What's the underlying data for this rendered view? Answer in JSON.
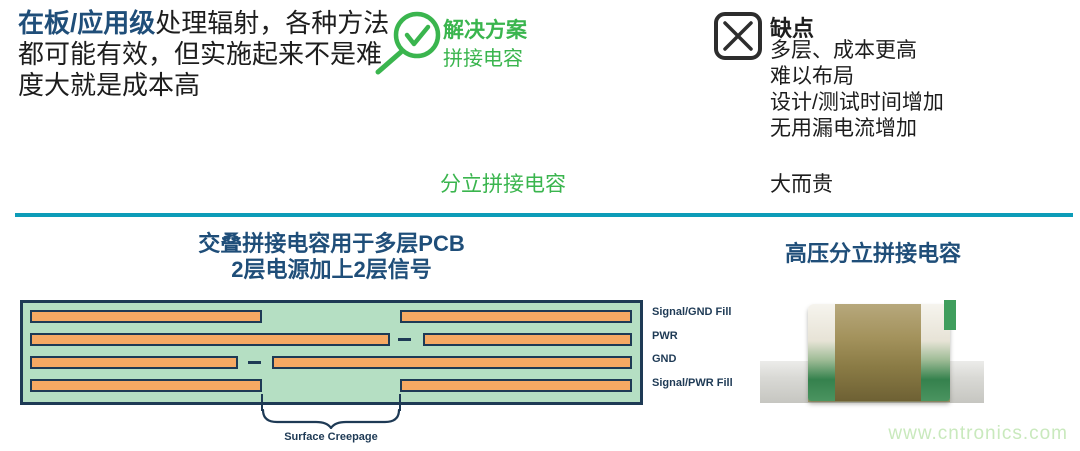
{
  "problem": {
    "highlight": "在板/应用级",
    "text": "处理辐射，各种方法都可能有效，但实施起来不是难度大就是成本高"
  },
  "solution": {
    "icon": "magnifier-check-icon",
    "title": "解决方案",
    "subtitle": "拼接电容",
    "option_label": "分立拼接电容"
  },
  "drawback": {
    "icon": "x-box-icon",
    "title": "缺点",
    "items": [
      "多层、成本更高",
      "难以布局",
      "设计/测试时间增加",
      "无用漏电流增加"
    ],
    "option_label": "大而贵"
  },
  "overlap_section": {
    "title_line1": "交叠拼接电容用于多层PCB",
    "title_line2": "2层电源加上2层信号",
    "layer_labels": [
      "Signal/GND Fill",
      "PWR",
      "GND",
      "Signal/PWR Fill"
    ],
    "creepage_label": "Surface Creepage"
  },
  "discrete_section": {
    "title": "高压分立拼接电容"
  },
  "watermark": "www.cntronics.com",
  "colors": {
    "accent_green": "#3ab54e",
    "title_navy": "#1f4e79",
    "divider_teal": "#0d9cb8",
    "board_green": "#b5dfc3",
    "copper_orange": "#f6a963",
    "outline_navy": "#1e3a55",
    "watermark_green": "#c9e9bd"
  }
}
